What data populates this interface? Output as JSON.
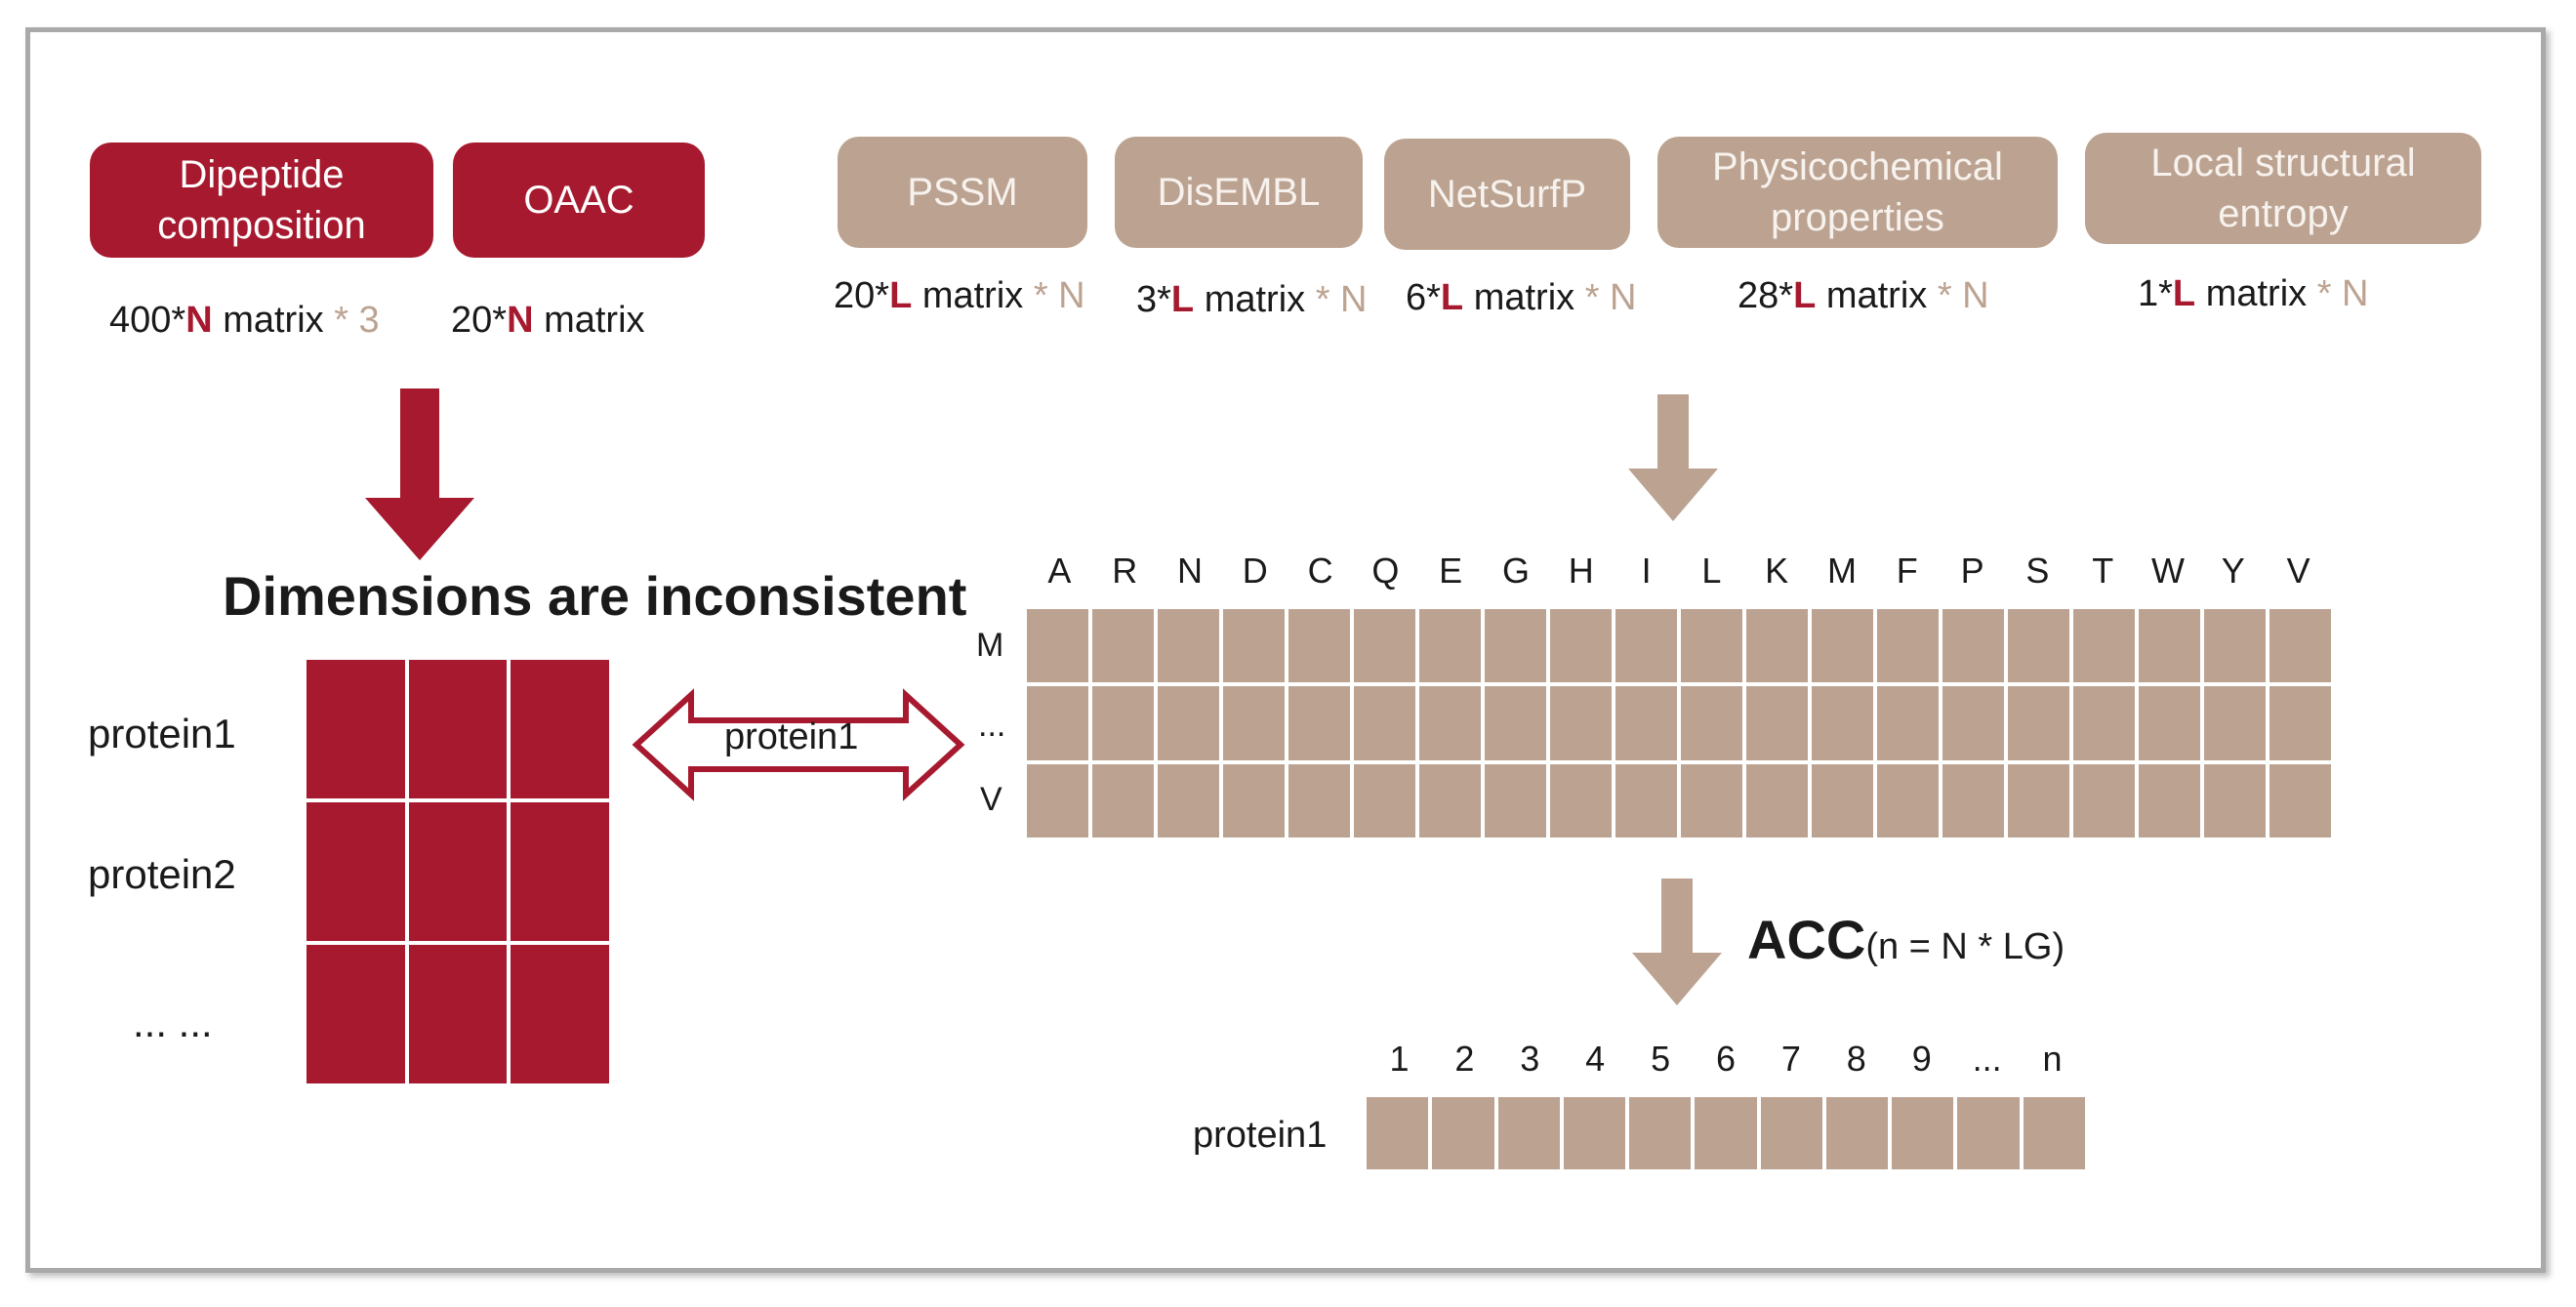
{
  "colors": {
    "red": "#a6192e",
    "tan": "#bca391",
    "frame": "#a9a9a9"
  },
  "left_features": [
    {
      "label_line1": "Dipeptide",
      "label_line2": "composition",
      "caption_prefix": "400*",
      "caption_bold": "N",
      "caption_mid": " matrix",
      "caption_tail": " * 3"
    },
    {
      "label_line1": "OAAC",
      "label_line2": "",
      "caption_prefix": "20*",
      "caption_bold": "N",
      "caption_mid": " matrix",
      "caption_tail": ""
    }
  ],
  "right_features": [
    {
      "label_line1": "PSSM",
      "label_line2": "",
      "caption_prefix": "20*",
      "caption_bold": "L",
      "caption_mid": " matrix",
      "caption_tail": " * N"
    },
    {
      "label_line1": "DisEMBL",
      "label_line2": "",
      "caption_prefix": "3*",
      "caption_bold": "L",
      "caption_mid": " matrix",
      "caption_tail": " * N"
    },
    {
      "label_line1": "NetSurfP",
      "label_line2": "",
      "caption_prefix": "6*",
      "caption_bold": "L",
      "caption_mid": " matrix",
      "caption_tail": " * N"
    },
    {
      "label_line1": "Physicochemical",
      "label_line2": "properties",
      "caption_prefix": "28*",
      "caption_bold": "L",
      "caption_mid": " matrix",
      "caption_tail": " * N"
    },
    {
      "label_line1": "Local structural",
      "label_line2": "entropy",
      "caption_prefix": "1*",
      "caption_bold": "L",
      "caption_mid": " matrix",
      "caption_tail": " * N"
    }
  ],
  "heading": "Dimensions are inconsistent",
  "left_rows": [
    "protein1",
    "protein2",
    "... ..."
  ],
  "arrow_label": "protein1",
  "amino_acids": [
    "A",
    "R",
    "N",
    "D",
    "C",
    "Q",
    "E",
    "G",
    "H",
    "I",
    "L",
    "K",
    "M",
    "F",
    "P",
    "S",
    "T",
    "W",
    "Y",
    "V"
  ],
  "matrix_rows": [
    "M",
    "...",
    "V"
  ],
  "acc": {
    "title": "ACC",
    "formula": "(n = N * LG)"
  },
  "acc_indices": [
    "1",
    "2",
    "3",
    "4",
    "5",
    "6",
    "7",
    "8",
    "9",
    "...",
    "n"
  ],
  "acc_row_label": "protein1"
}
